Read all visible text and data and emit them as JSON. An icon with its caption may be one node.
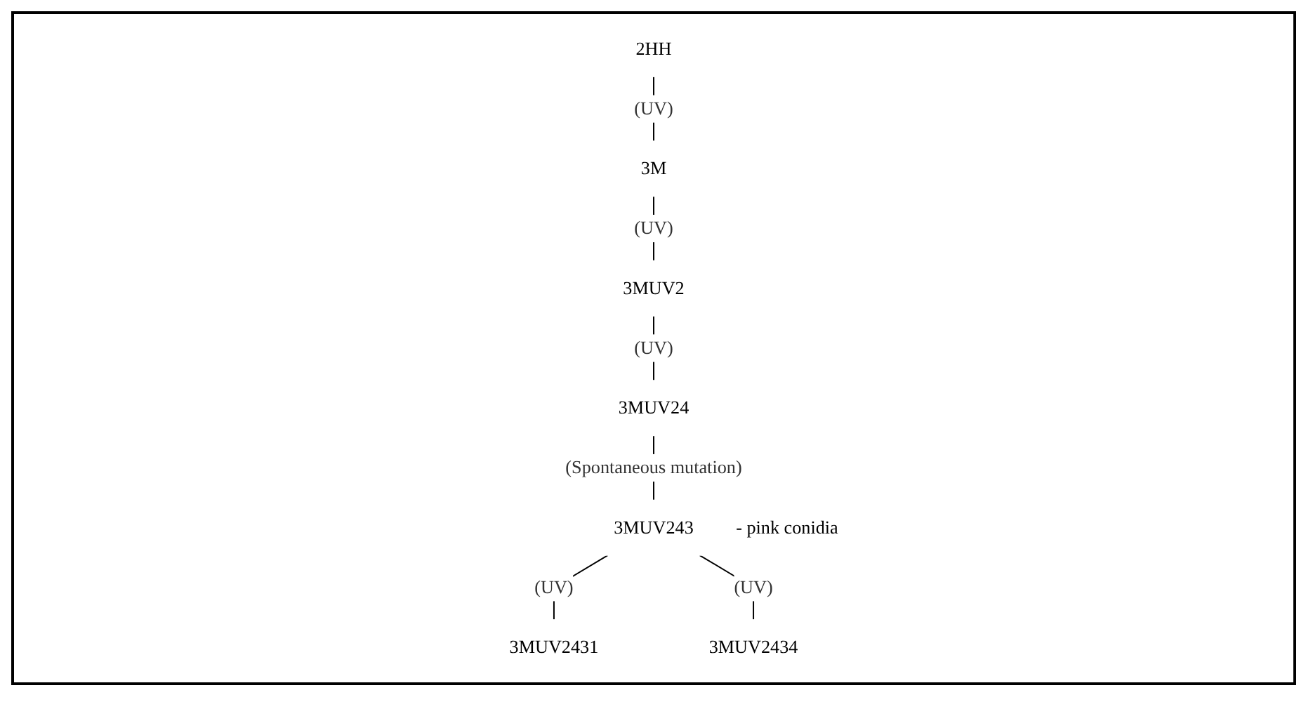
{
  "diagram": {
    "nodes": [
      {
        "text": [
          "2HH"
        ]
      },
      {
        "text": [
          "3M"
        ]
      },
      {
        "text": [
          "3MUV2"
        ]
      },
      {
        "text": [
          "3MUV24"
        ]
      },
      {
        "text": [
          "3MUV243"
        ],
        "beside": [
          "- pink conidia"
        ]
      },
      {
        "text": [
          "3MUV2431"
        ]
      },
      {
        "text": [
          "3MUV2434"
        ]
      }
    ],
    "edges": [
      {
        "from": 0,
        "to": 1,
        "arrow": "none",
        "label": "(UV)"
      },
      {
        "from": 1,
        "to": 2,
        "arrow": "none",
        "label": "(UV)"
      },
      {
        "from": 2,
        "to": 3,
        "arrow": "none",
        "label": "(UV)"
      },
      {
        "from": 3,
        "to": 4,
        "arrow": "none",
        "label": "(Spontaneous mutation)"
      },
      {
        "from": 4,
        "to": 5,
        "arrow": "none",
        "label": "(UV)"
      },
      {
        "from": 4,
        "to": 6,
        "arrow": "none",
        "label": "(UV)"
      }
    ]
  }
}
